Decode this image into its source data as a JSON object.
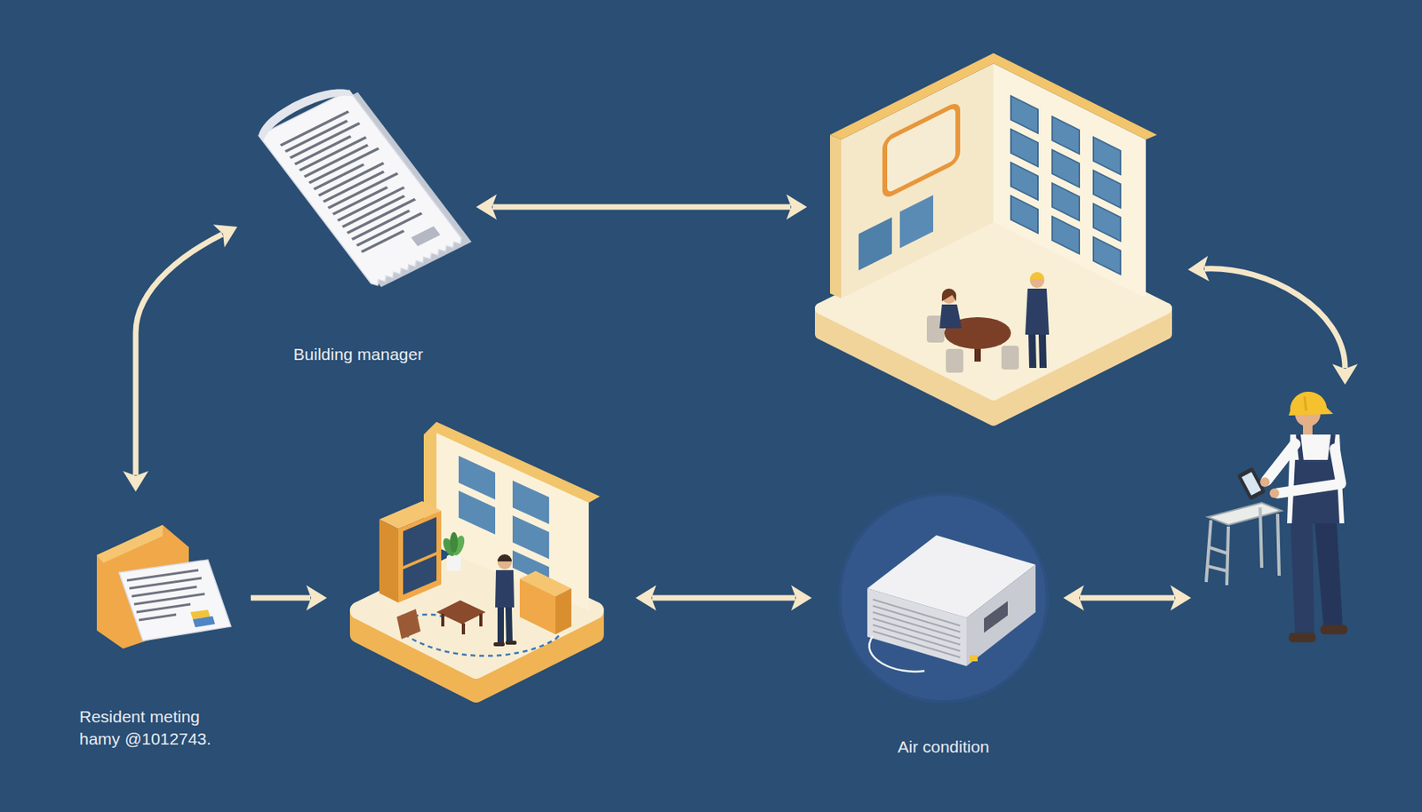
{
  "diagram": {
    "nodes": [
      {
        "text": [
          "Building manager"
        ]
      },
      {
        "text": []
      },
      {
        "text": []
      },
      {
        "text": [
          "Resident meting hamy @1012743."
        ]
      },
      {
        "text": []
      },
      {
        "text": [
          "Air condition"
        ]
      }
    ],
    "edges": [
      {
        "from": 0,
        "to": 1,
        "arrow": "both"
      },
      {
        "from": 0,
        "to": 3,
        "arrow": "both"
      },
      {
        "from": 1,
        "to": 2,
        "arrow": "both"
      },
      {
        "from": 3,
        "to": 4,
        "arrow": "to"
      },
      {
        "from": 4,
        "to": 5,
        "arrow": "both"
      },
      {
        "from": 5,
        "to": 2,
        "arrow": "both"
      }
    ]
  }
}
